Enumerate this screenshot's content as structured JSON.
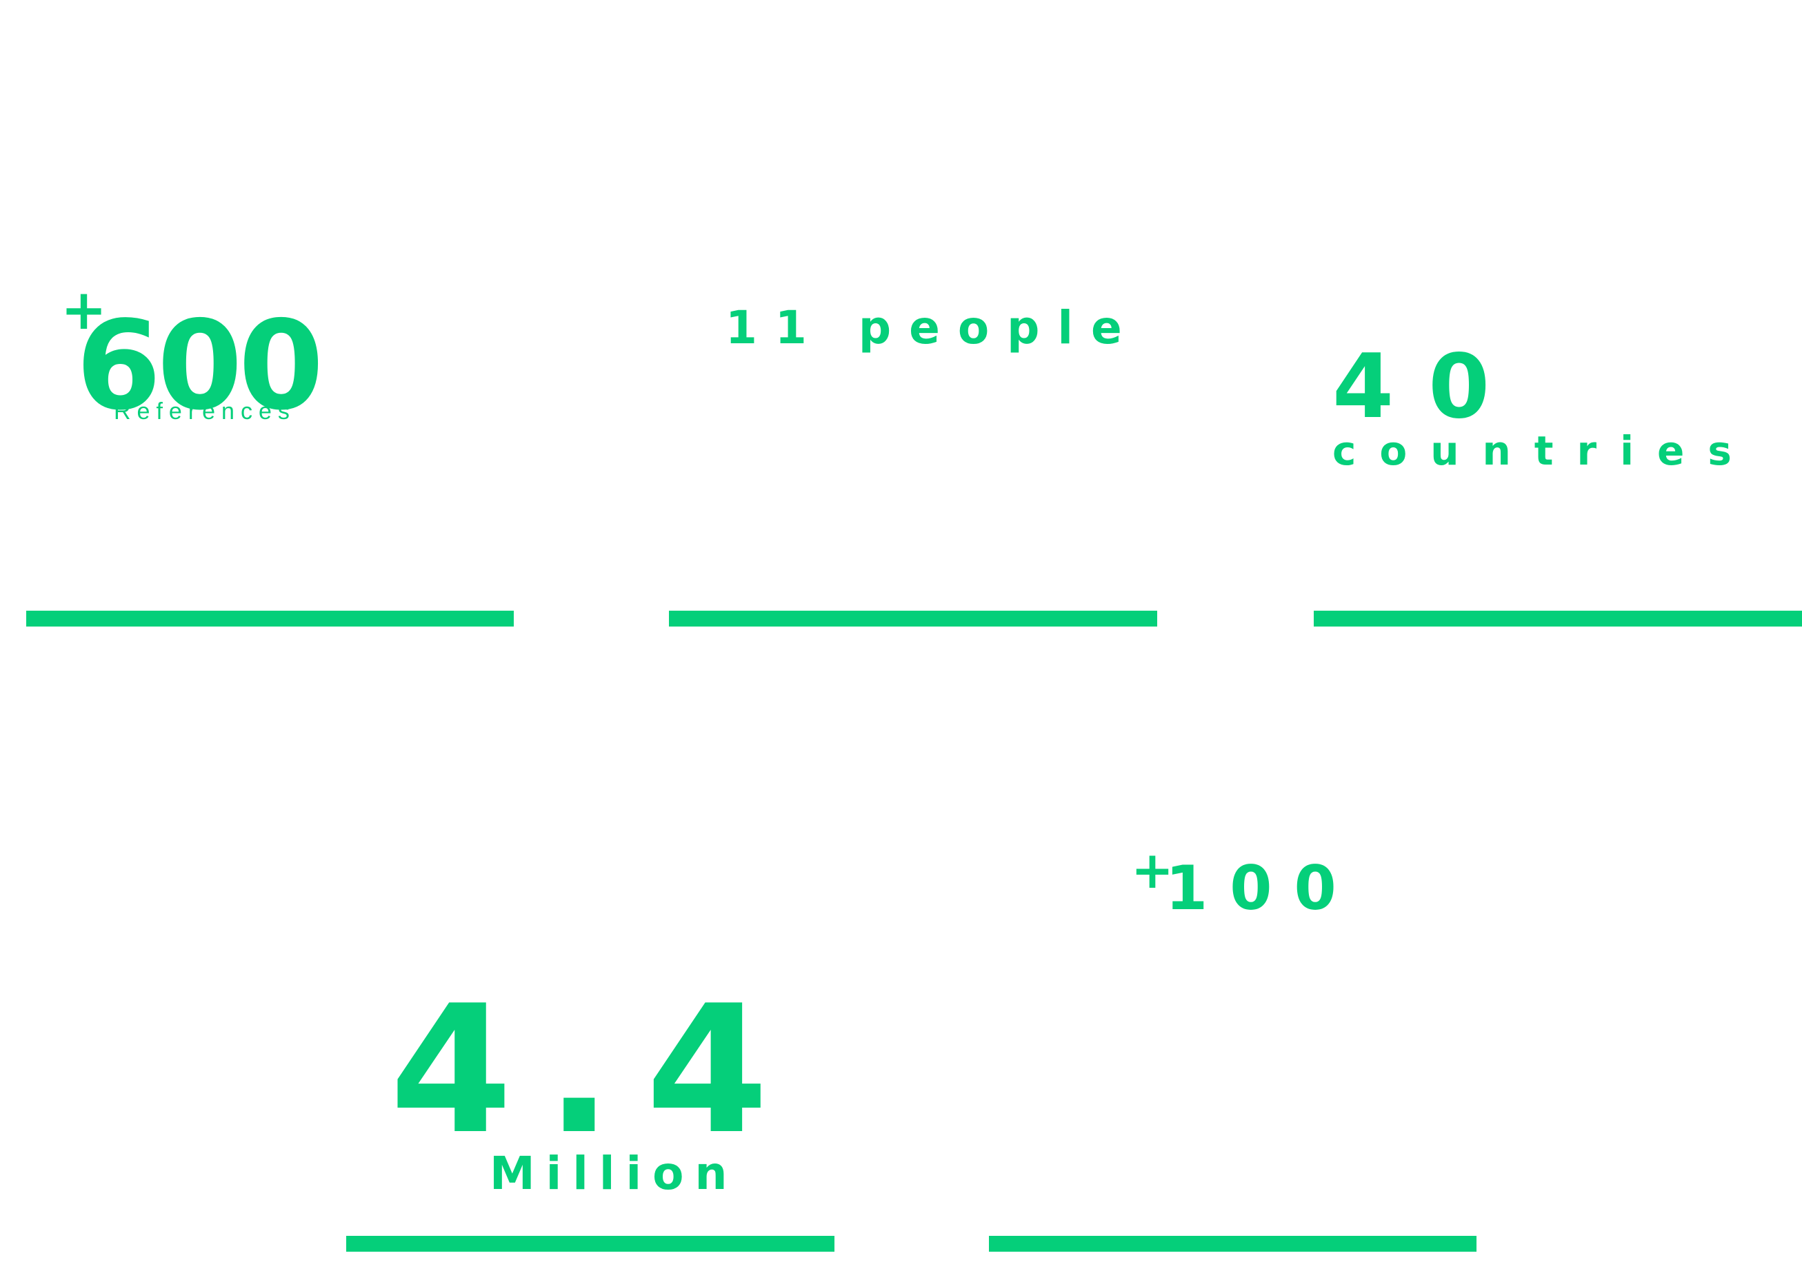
{
  "colors": {
    "accent": "#05cf7a",
    "background": "#ffffff"
  },
  "stats": {
    "references": {
      "prefix": "+",
      "value": "600",
      "label": "References"
    },
    "people": {
      "label": "11 people"
    },
    "countries": {
      "value": "40",
      "label": "countries"
    },
    "million": {
      "value": "4.4",
      "label": "Million"
    },
    "hundred": {
      "prefix": "+",
      "value": "100"
    }
  }
}
